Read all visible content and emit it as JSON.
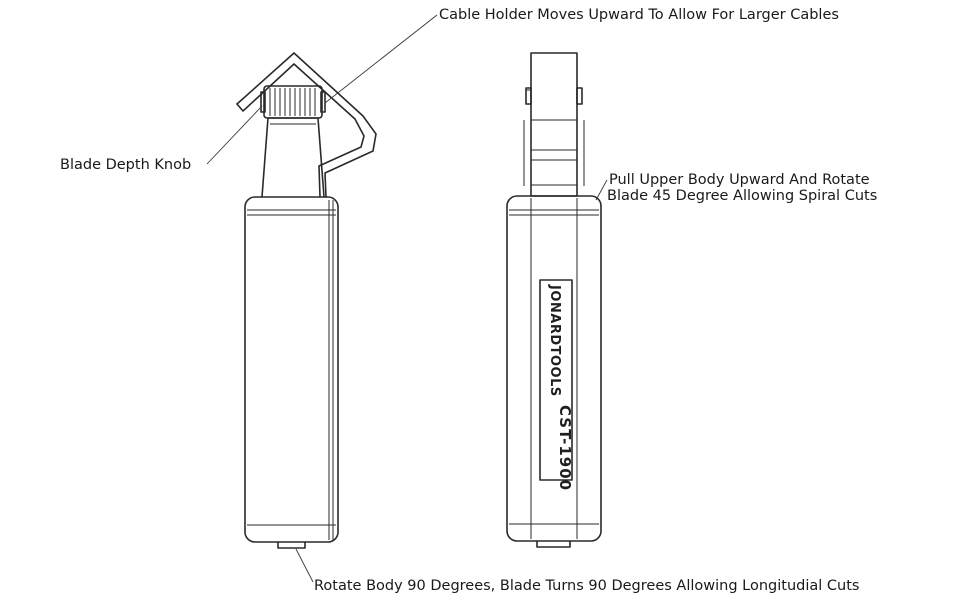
{
  "labels": {
    "cable_holder": "Cable Holder Moves Upward To Allow For Larger Cables",
    "blade_depth": "Blade Depth Knob",
    "pull_upper_line1": "Pull Upper Body Upward And Rotate",
    "pull_upper_line2": "Blade 45 Degree Allowing Spiral Cuts",
    "rotate_body": "Rotate Body 90 Degrees, Blade Turns 90 Degrees Allowing Longitudial Cuts"
  },
  "branding": {
    "brand": "JONARDTOOLS",
    "model": "CST-1900"
  }
}
